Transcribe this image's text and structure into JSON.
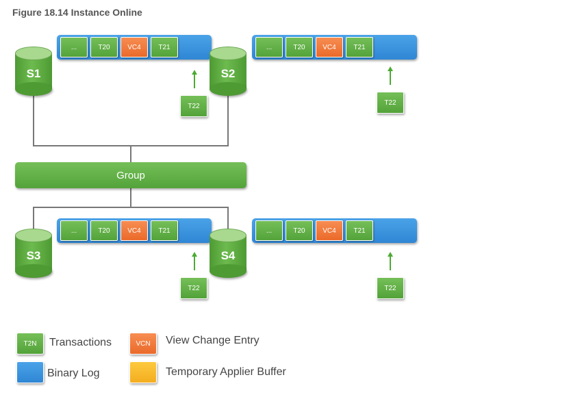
{
  "figure": {
    "title": "Figure 18.14 Instance Online"
  },
  "servers": [
    "S1",
    "S2",
    "S3",
    "S4"
  ],
  "group": {
    "label": "Group"
  },
  "log_cells": [
    "...",
    "T20",
    "VC4",
    "T21"
  ],
  "incoming": "T22",
  "legend": {
    "t2n_box": "T2N",
    "transactions": "Transactions",
    "vcn_box": "VCN",
    "view_change": "View Change Entry",
    "binary_log": "Binary Log",
    "temp_buffer": "Temporary Applier Buffer"
  },
  "colors": {
    "transaction": "#5fb043",
    "view_change": "#f07a3b",
    "binary_log": "#3b8fdb",
    "temp_buffer": "#f5b82e"
  }
}
